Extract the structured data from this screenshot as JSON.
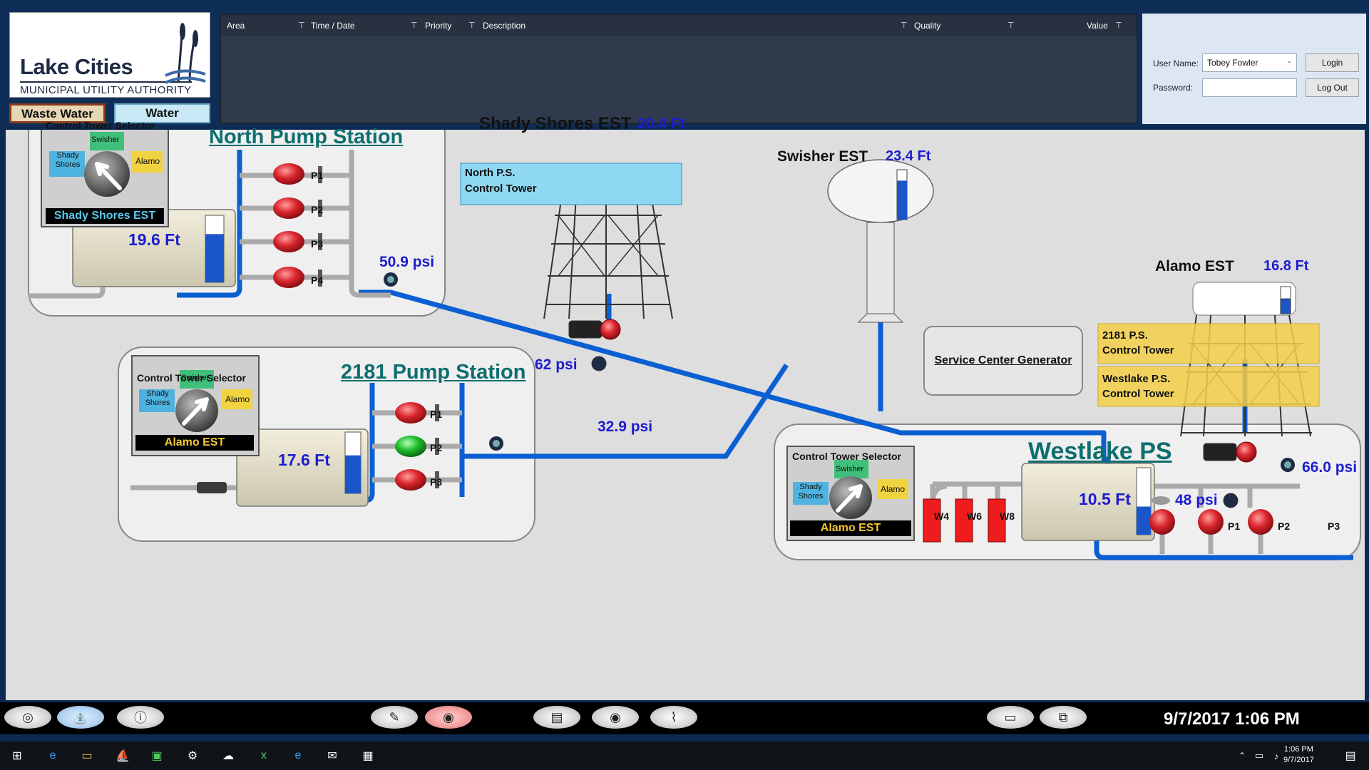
{
  "header": {
    "logo_main": "Lake Cities",
    "logo_sub": "MUNICIPAL UTILITY AUTHORITY",
    "nav": {
      "waste_water": "Waste Water",
      "water": "Water"
    }
  },
  "alarm_table": {
    "columns": [
      "Area",
      "Time / Date",
      "Priority",
      "Description",
      "Quality",
      "Value"
    ],
    "rows": []
  },
  "login": {
    "user_label": "User Name:",
    "user_value": "Tobey Fowler",
    "password_label": "Password:",
    "password_value": "",
    "login_button": "Login",
    "logout_button": "Log Out"
  },
  "north": {
    "title": "North Pump Station",
    "selector": {
      "title": "Control Tower Selector",
      "opt_left": "Shady Shores",
      "opt_mid": "Swisher",
      "opt_right": "Alamo",
      "selected": "Shady Shores EST"
    },
    "tank_level": "19.6 Ft",
    "tank_fill": 0.72,
    "pumps": [
      "P1",
      "P2",
      "P3",
      "P4"
    ],
    "discharge": "50.9 psi"
  },
  "pump2181": {
    "title": "2181 Pump Station",
    "selector": {
      "title": "Control Tower Selector",
      "opt_left": "Shady Shores",
      "opt_mid": "Swisher",
      "opt_right": "Alamo",
      "selected": "Alamo EST"
    },
    "tank_level": "17.6 Ft",
    "tank_fill": 0.62,
    "pumps": [
      "P1",
      "P2",
      "P3"
    ],
    "discharge": "32.9 psi"
  },
  "westlake": {
    "title": "Westlake PS",
    "selector": {
      "title": "Control Tower Selector",
      "opt_left": "Shady Shores",
      "opt_mid": "Swisher",
      "opt_right": "Alamo",
      "selected": "Alamo EST"
    },
    "tank_level": "10.5 Ft",
    "tank_fill": 0.42,
    "wells": [
      "W4",
      "W6",
      "W8"
    ],
    "pumps": [
      "P1",
      "P2",
      "P3"
    ],
    "discharge": "66.0 psi"
  },
  "towers": {
    "shady": {
      "name": "Shady Shores EST",
      "level": "20.4 Ft",
      "fill": 0.7,
      "pressure": "62 psi",
      "label_line1": "North P.S.",
      "label_line2": "Control Tower"
    },
    "swisher": {
      "name": "Swisher EST",
      "level": "23.4 Ft",
      "fill": 0.78
    },
    "alamo": {
      "name": "Alamo EST",
      "level": "16.8 Ft",
      "fill": 0.55,
      "pressure": "48 psi",
      "label1_line1": "2181 P.S.",
      "label1_line2": "Control Tower",
      "label2_line1": "Westlake P.S.",
      "label2_line2": "Control Tower"
    }
  },
  "service_center": "Service Center Generator",
  "toolbar": {
    "datetime": "9/7/2017 1:06 PM"
  },
  "taskbar": {
    "time": "1:06 PM",
    "date": "9/7/2017"
  },
  "colors": {
    "pipe_blue": "#0a5fd3",
    "pump_red": "#d8242c",
    "pump_green": "#1dbb2a",
    "text_blue": "#1c1cd0",
    "title_teal": "#0e6e6e"
  }
}
